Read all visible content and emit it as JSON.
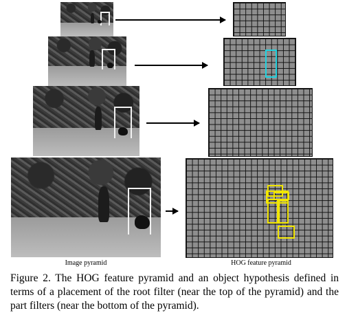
{
  "labels": {
    "image_pyramid": "Image pyramid",
    "hog_pyramid": "HOG feature pyramid"
  },
  "caption": "Figure 2. The HOG feature pyramid and an object hypothesis defined in terms of a placement of the root filter (near the top of the pyramid) and the part filters (near the bottom of the pyramid).",
  "colors": {
    "root_filter": "#22d3e0",
    "part_filters": "#f2e600",
    "grid_cell": "#8e8e8e"
  },
  "figure": {
    "image_pyramid_levels": 4,
    "hog_pyramid_levels": 4,
    "root_filters": 1,
    "part_filters": 6
  }
}
